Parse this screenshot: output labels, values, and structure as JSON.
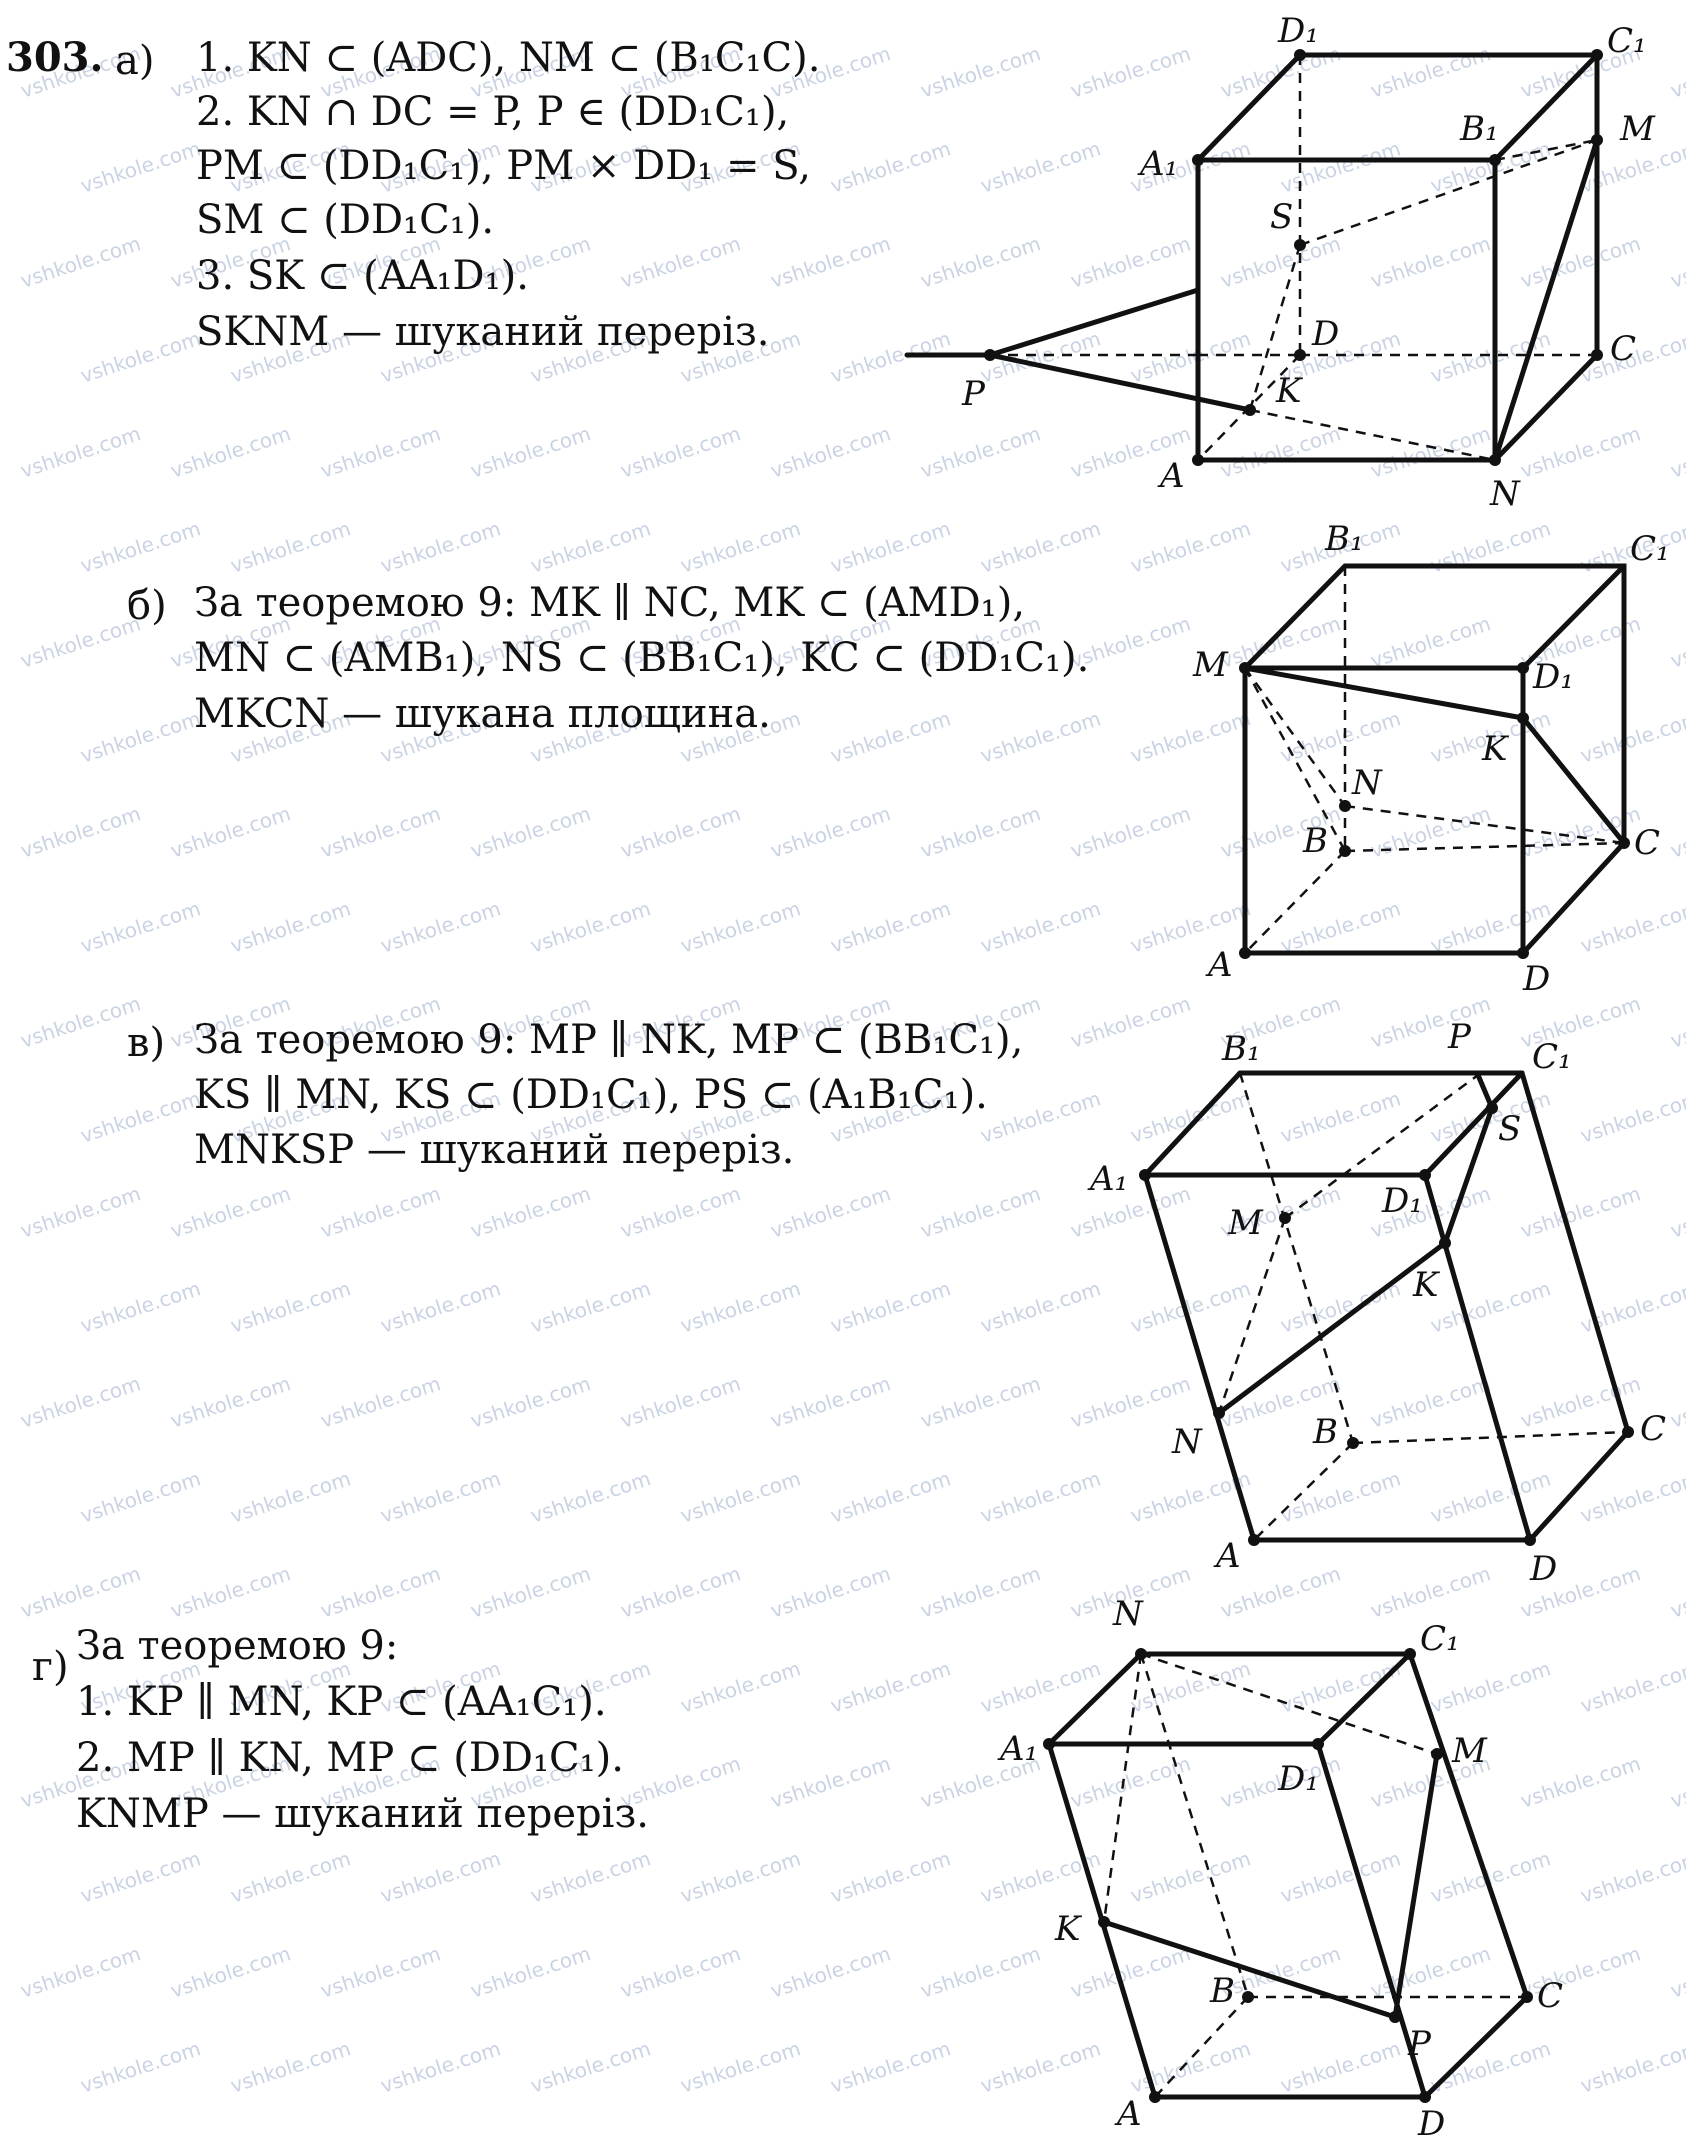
{
  "watermark": "vshkole.com",
  "problem_number": "303.",
  "parts": {
    "a": {
      "marker": "а)",
      "lines": [
        "1. KN ⊂ (ADC), NM ⊂ (B₁C₁C).",
        "2. KN ∩ DC = P, P ∈ (DD₁C₁),",
        "PM ⊂ (DD₁C₁), PM × DD₁ = S,",
        "SM ⊂ (DD₁C₁).",
        "3. SK ⊂ (AA₁D₁).",
        "SKNM — шуканий переріз."
      ],
      "labels": {
        "D1": "D₁",
        "C1": "C₁",
        "A1": "A₁",
        "B1": "B₁",
        "M": "M",
        "S": "S",
        "D": "D",
        "C": "C",
        "K": "K",
        "P": "P",
        "A": "A",
        "N": "N"
      }
    },
    "b": {
      "marker": "б)",
      "lines": [
        "За теоремою 9: MK ∥ NC, MK ⊂ (AMD₁),",
        "MN ⊂ (AMB₁), NS ⊂ (BB₁C₁), KC ⊂ (DD₁C₁).",
        "MKCN — шукана площина."
      ],
      "labels": {
        "B1": "B₁",
        "C1": "C₁",
        "M": "M",
        "D1": "D₁",
        "K": "K",
        "N": "N",
        "B": "B",
        "C": "C",
        "A": "A",
        "D": "D"
      }
    },
    "c": {
      "marker": "в)",
      "lines": [
        "За теоремою 9: MP ∥ NK, MP ⊂ (BB₁C₁),",
        "KS ∥ MN, KS ⊂ (DD₁C₁), PS ⊂ (A₁B₁C₁).",
        "MNKSP — шуканий переріз."
      ],
      "labels": {
        "B1": "B₁",
        "P": "P",
        "C1": "C₁",
        "S": "S",
        "A1": "A₁",
        "M": "M",
        "D1": "D₁",
        "K": "K",
        "N": "N",
        "B": "B",
        "C": "C",
        "A": "A",
        "D": "D"
      }
    },
    "d": {
      "marker": "г)",
      "lines": [
        "За теоремою 9:",
        "1. KP ∥ MN, KP ⊂ (AA₁C₁).",
        "2. MP ∥ KN, MP ⊂ (DD₁C₁).",
        "KNMP — шуканий переріз."
      ],
      "labels": {
        "N": "N",
        "C1": "C₁",
        "A1": "A₁",
        "D1": "D₁",
        "M": "M",
        "K": "K",
        "B": "B",
        "C": "C",
        "P": "P",
        "A": "A",
        "D": "D"
      }
    }
  }
}
